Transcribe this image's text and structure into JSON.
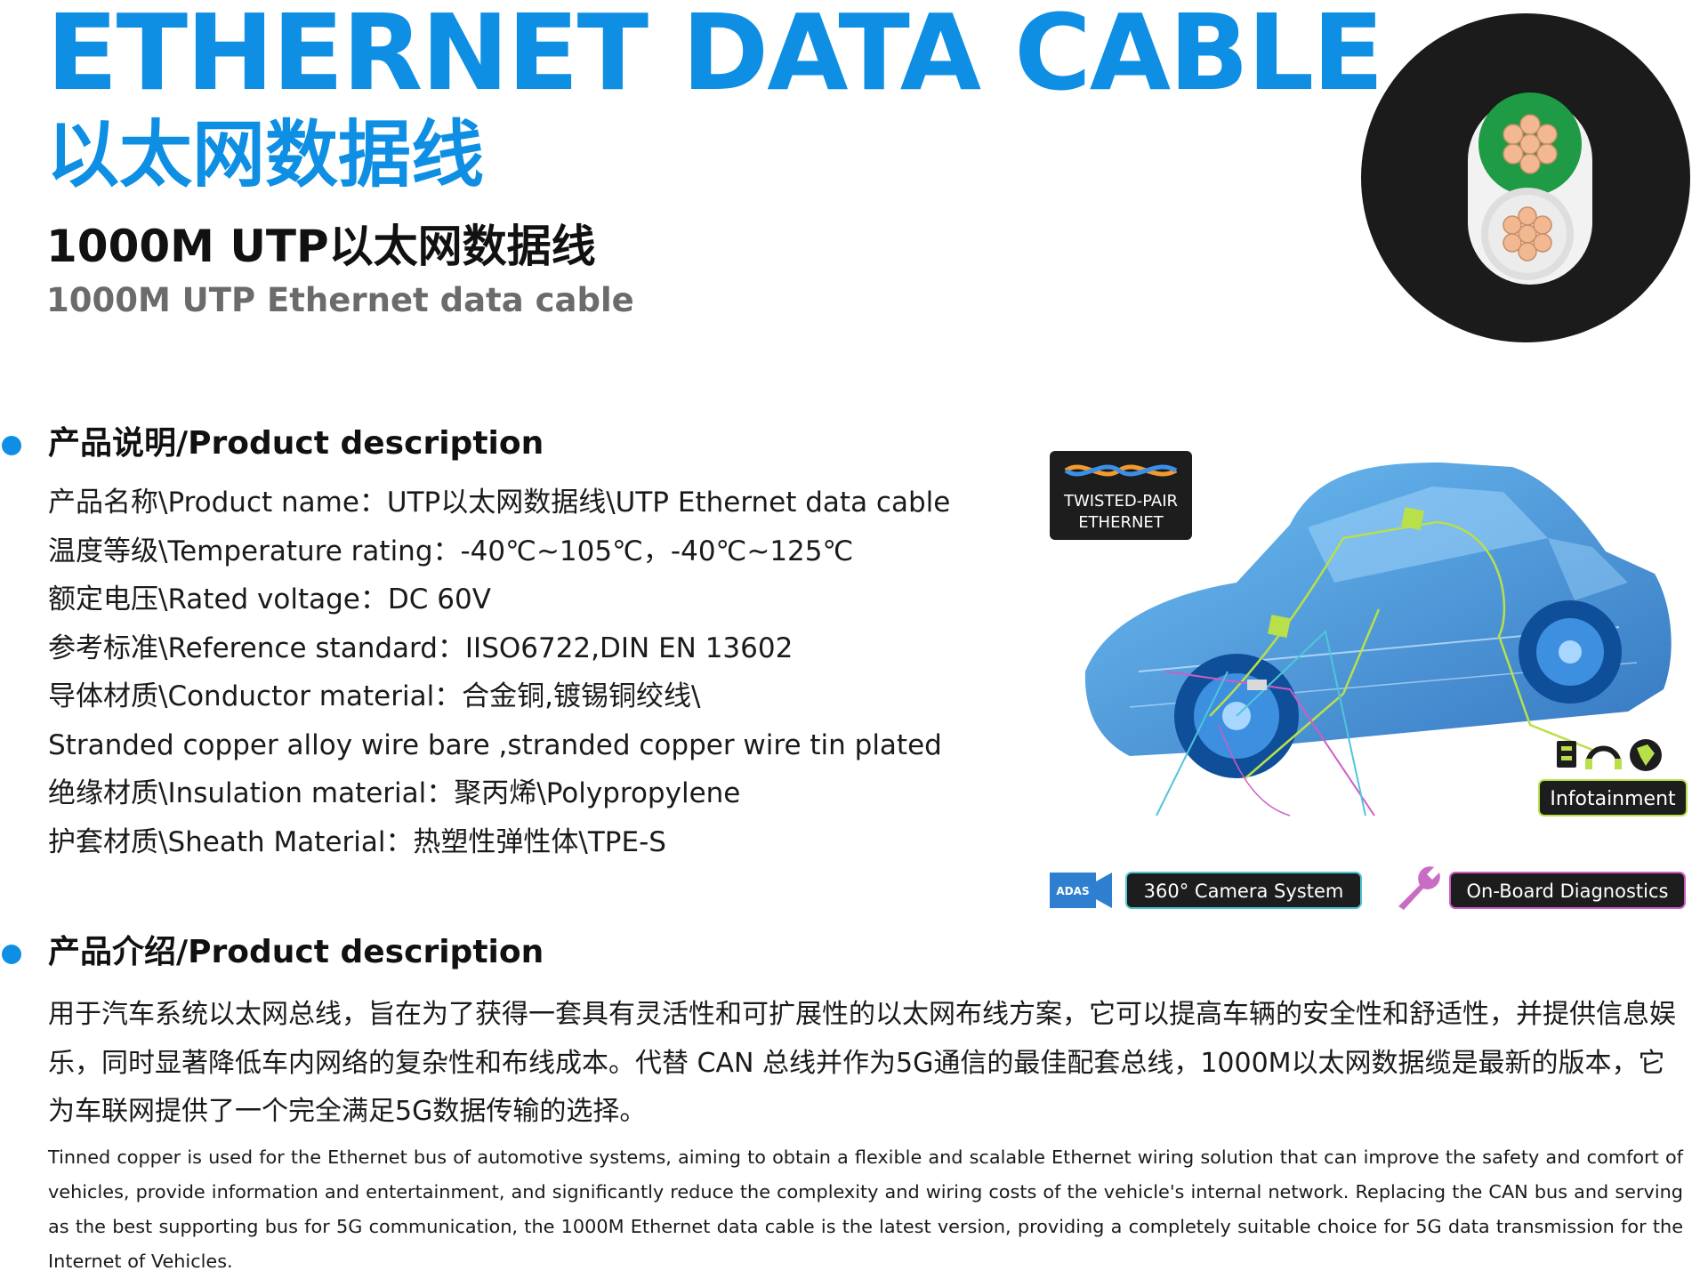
{
  "header": {
    "title_en": "ETHERNET DATA CABLE",
    "title_cn": "以太网数据线",
    "subtitle_cn": "1000M UTP以太网数据线",
    "subtitle_en": "1000M UTP Ethernet data cable"
  },
  "colors": {
    "accent": "#0e8fe4",
    "cable_sheath": "#1b1b1b",
    "core_green": "#1f9a45",
    "core_white": "#e9e9e9",
    "copper": "#f1b892",
    "graphic_label": "#1d1d1d",
    "line_green": "#b8e04a",
    "line_magenta": "#d05cc6",
    "line_cyan": "#4fc6d8"
  },
  "specs": {
    "section_title": "产品说明/Product description",
    "items": [
      "产品名称\\Product name：UTP以太网数据线\\UTP Ethernet data cable",
      "温度等级\\Temperature rating：-40℃~105℃，-40℃~125℃",
      "额定电压\\Rated voltage：DC 60V",
      "参考标准\\Reference standard：IISO6722,DIN EN 13602",
      "导体材质\\Conductor material：合金铜,镀锡铜绞线\\",
      "Stranded copper alloy wire bare ,stranded copper wire tin plated",
      "绝缘材质\\Insulation material：聚丙烯\\Polypropylene",
      "护套材质\\Sheath Material：热塑性弹性体\\TPE-S"
    ]
  },
  "intro": {
    "section_title": "产品介绍/Product description",
    "text_cn": "用于汽车系统以太网总线，旨在为了获得一套具有灵活性和可扩展性的以太网布线方案，它可以提高车辆的安全性和舒适性，并提供信息娱乐，同时显著降低车内网络的复杂性和布线成本。代替 CAN 总线并作为5G通信的最佳配套总线，1000M以太网数据缆是最新的版本，它为车联网提供了一个完全满足5G数据传输的选择。",
    "text_en": "Tinned copper is used for the Ethernet bus of automotive systems, aiming to obtain a flexible and scalable Ethernet wiring solution that can improve the safety and comfort of vehicles, provide information and entertainment, and significantly reduce the complexity and wiring costs of the vehicle's internal network. Replacing the CAN bus and serving as the best supporting bus for 5G communication, the 1000M Ethernet data cable is the latest version, providing a completely suitable choice for 5G data transmission for the Internet of Vehicles."
  },
  "graphic": {
    "badge_line1": "TWISTED-PAIR",
    "badge_line2": "ETHERNET",
    "adas_tag": "ADAS",
    "label_camera": "360° Camera System",
    "label_infotainment": "Infotainment",
    "label_diagnostics": "On-Board Diagnostics"
  }
}
